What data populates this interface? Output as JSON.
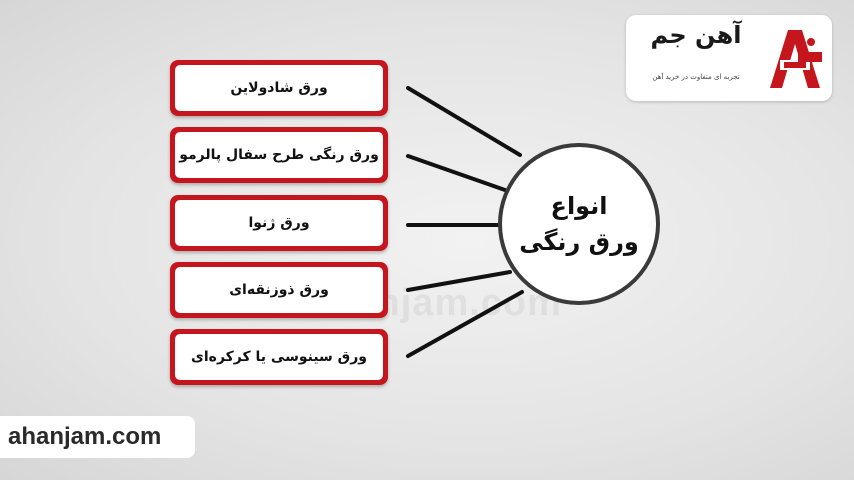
{
  "logo": {
    "brand_name": "آهن جم",
    "slogan": "تجربه ای متفاوت در خرید آهن"
  },
  "center": {
    "line1": "انواع",
    "line2": "ورق رنگی"
  },
  "items": [
    {
      "label": "ورق شادولاین"
    },
    {
      "label": "ورق رنگی طرح سفال پالرمو"
    },
    {
      "label": "ورق ژنوا"
    },
    {
      "label": "ورق ذوزنقه‌ای"
    },
    {
      "label": "ورق سینوسی یا کرکره‌ای"
    }
  ],
  "watermark": "ahanjam.com",
  "footer_url": "ahanjam.com",
  "colors": {
    "accent": "#c4161c",
    "connector": "#111111",
    "hub_border": "#3a3a3a"
  }
}
